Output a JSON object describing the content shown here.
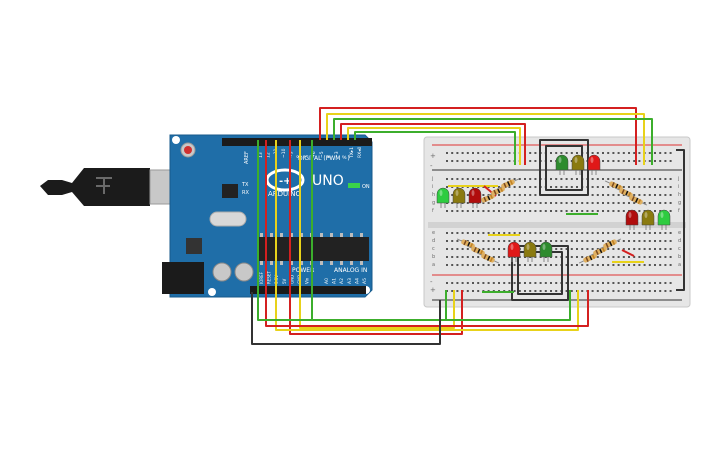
{
  "board": {
    "logo_text": "ARDUINO",
    "model": "UNO",
    "header_digital": "DIGITAL (PWM ~)",
    "header_analog": "ANALOG IN",
    "header_power": "POWER",
    "on_label": "ON",
    "tx_label": "TX",
    "rx_label": "RX",
    "aref_label": "AREF",
    "digital_pins": [
      "13",
      "12",
      "~11",
      "~10",
      "~9",
      "8",
      "7",
      "~6",
      "~5",
      "4",
      "~3",
      "2",
      "TX▸1",
      "RX◂0"
    ],
    "power_pins": [
      "IOREF",
      "RESET",
      "3.3V",
      "5V",
      "GND",
      "GND",
      "Vin"
    ],
    "analog_pins": [
      "A0",
      "A1",
      "A2",
      "A3",
      "A4",
      "A5"
    ]
  },
  "breadboard": {
    "rail_plus": "+",
    "rail_minus": "-",
    "row_letters_top": [
      "j",
      "i",
      "h",
      "g",
      "f"
    ],
    "row_letters_bottom": [
      "e",
      "d",
      "c",
      "b",
      "a"
    ]
  },
  "leds": [
    {
      "color": "#2ecc40"
    },
    {
      "color": "#8a7a10"
    },
    {
      "color": "#b00d0d"
    },
    {
      "color": "#2e8b2e"
    },
    {
      "color": "#8a7a10"
    },
    {
      "color": "#e01818"
    },
    {
      "color": "#b00d0d"
    },
    {
      "color": "#8a7a10"
    },
    {
      "color": "#2ecc40"
    },
    {
      "color": "#e01818"
    },
    {
      "color": "#8a7a10"
    },
    {
      "color": "#2e8b2e"
    }
  ],
  "wire_colors": {
    "red": "#d42020",
    "yellow": "#e8d21a",
    "green": "#3cae2c",
    "black": "#333333"
  }
}
